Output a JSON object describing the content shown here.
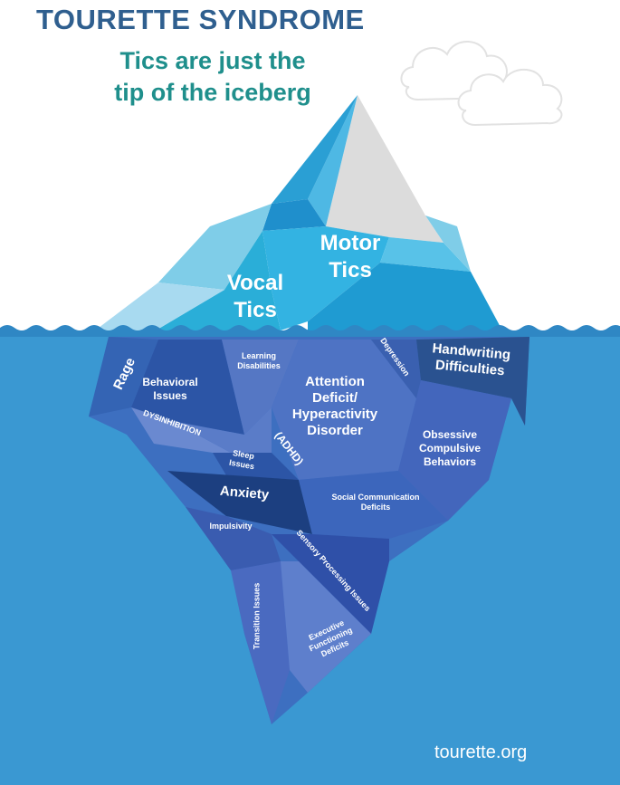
{
  "title": "TOURETTE SYNDROME",
  "subtitle": [
    "Tics are just the",
    "tip of the iceberg"
  ],
  "above_water": [
    {
      "id": "vocal",
      "text": [
        "Vocal",
        "Tics"
      ]
    },
    {
      "id": "motor",
      "text": [
        "Motor",
        "Tics"
      ]
    }
  ],
  "below_water": [
    {
      "id": "rage",
      "text": [
        "Rage"
      ]
    },
    {
      "id": "behavioral",
      "text": [
        "Behavioral",
        "Issues"
      ]
    },
    {
      "id": "learning",
      "text": [
        "Learning",
        "Disabilities"
      ]
    },
    {
      "id": "depression",
      "text": [
        "Depression"
      ]
    },
    {
      "id": "handwriting",
      "text": [
        "Handwriting",
        "Difficulties"
      ]
    },
    {
      "id": "adhd",
      "text": [
        "Attention",
        "Deficit/",
        "Hyperactivity",
        "Disorder"
      ]
    },
    {
      "id": "adhd_abbr",
      "text": [
        "(ADHD)"
      ]
    },
    {
      "id": "dysinhibition",
      "text": [
        "DYSINHIBITION"
      ]
    },
    {
      "id": "sleep",
      "text": [
        "Sleep",
        "Issues"
      ]
    },
    {
      "id": "ocb",
      "text": [
        "Obsessive",
        "Compulsive",
        "Behaviors"
      ]
    },
    {
      "id": "anxiety",
      "text": [
        "Anxiety"
      ]
    },
    {
      "id": "social",
      "text": [
        "Social Communication",
        "Deficits"
      ]
    },
    {
      "id": "impulsivity",
      "text": [
        "Impulsivity"
      ]
    },
    {
      "id": "sensory",
      "text": [
        "Sensory Processing Issues"
      ]
    },
    {
      "id": "transition",
      "text": [
        "Transition Issues"
      ]
    },
    {
      "id": "executive",
      "text": [
        "Executive",
        "Functioning",
        "Deficits"
      ]
    }
  ],
  "footer": {
    "site": "tourette.org"
  },
  "colors": {
    "title": "#2f5f8f",
    "subtitle": "#1f8f8c",
    "water": "#3a98d2",
    "label": "#ffffff"
  }
}
